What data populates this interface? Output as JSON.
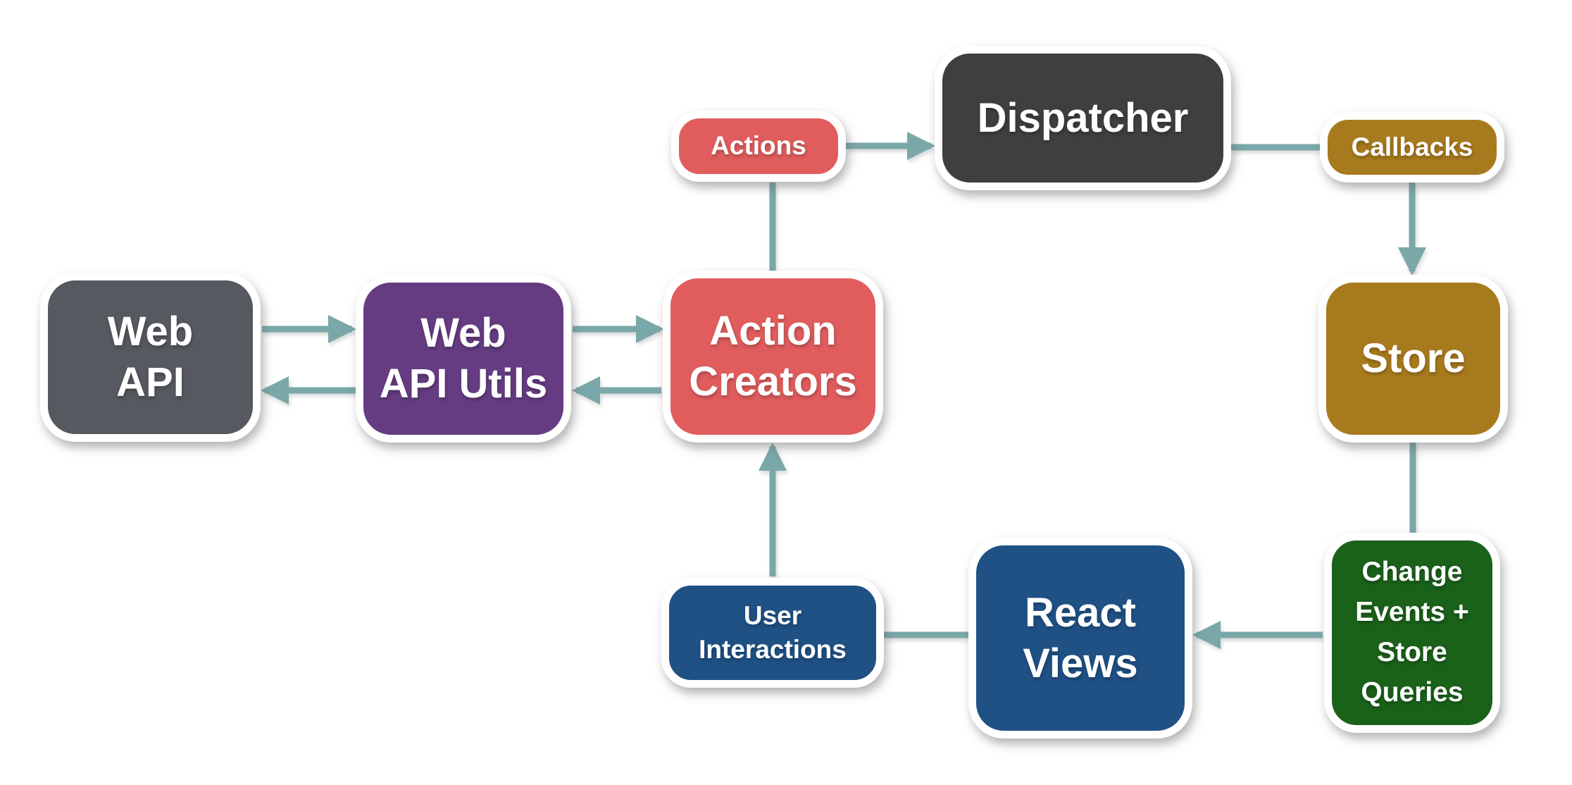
{
  "diagram": {
    "type": "flow-diagram",
    "subject": "Flux application architecture data flow"
  },
  "colors": {
    "background": "#ffffff",
    "connector": "#7aa8a9",
    "node_border": "#ffffff",
    "label_text": "#ffffff",
    "gray": "#56595f",
    "charcoal": "#413e3f",
    "purple": "#653c82",
    "coral": "#e15d5d",
    "gold": "#a87a1e",
    "green": "#1a611a",
    "blue": "#1f5185"
  },
  "nodes": {
    "web_api": {
      "label": "Web\nAPI",
      "color": "#56595f"
    },
    "web_api_utils": {
      "label": "Web\nAPI Utils",
      "color": "#653c82"
    },
    "action_creators": {
      "label": "Action\nCreators",
      "color": "#e15d5d"
    },
    "actions": {
      "label": "Actions",
      "color": "#e15d5d"
    },
    "dispatcher": {
      "label": "Dispatcher",
      "color": "#413e3f"
    },
    "callbacks": {
      "label": "Callbacks",
      "color": "#a87a1e"
    },
    "store": {
      "label": "Store",
      "color": "#a87a1e"
    },
    "change_events": {
      "label": "Change\nEvents +\nStore\nQueries",
      "color": "#1a611a"
    },
    "react_views": {
      "label": "React\nViews",
      "color": "#1f5185"
    },
    "user_interactions": {
      "label": "User\nInteractions",
      "color": "#1f5185"
    }
  },
  "connections": [
    {
      "from": "Web API",
      "to": "Web API Utils",
      "arrowhead": true,
      "direction": "right"
    },
    {
      "from": "Web API Utils",
      "to": "Web API",
      "arrowhead": true,
      "direction": "left"
    },
    {
      "from": "Web API Utils",
      "to": "Action Creators",
      "arrowhead": true,
      "direction": "right"
    },
    {
      "from": "Action Creators",
      "to": "Web API Utils",
      "arrowhead": true,
      "direction": "left"
    },
    {
      "from": "Action Creators",
      "to": "Actions",
      "arrowhead": false,
      "direction": "up"
    },
    {
      "from": "Actions",
      "to": "Dispatcher",
      "arrowhead": true,
      "direction": "right"
    },
    {
      "from": "Dispatcher",
      "to": "Callbacks",
      "arrowhead": false,
      "direction": "right"
    },
    {
      "from": "Callbacks",
      "to": "Store",
      "arrowhead": true,
      "direction": "down"
    },
    {
      "from": "Store",
      "to": "Change Events + Store Queries",
      "arrowhead": false,
      "direction": "down"
    },
    {
      "from": "Change Events + Store Queries",
      "to": "React Views",
      "arrowhead": true,
      "direction": "left"
    },
    {
      "from": "React Views",
      "to": "User Interactions",
      "arrowhead": false,
      "direction": "left"
    },
    {
      "from": "User Interactions",
      "to": "Action Creators",
      "arrowhead": true,
      "direction": "up"
    }
  ]
}
